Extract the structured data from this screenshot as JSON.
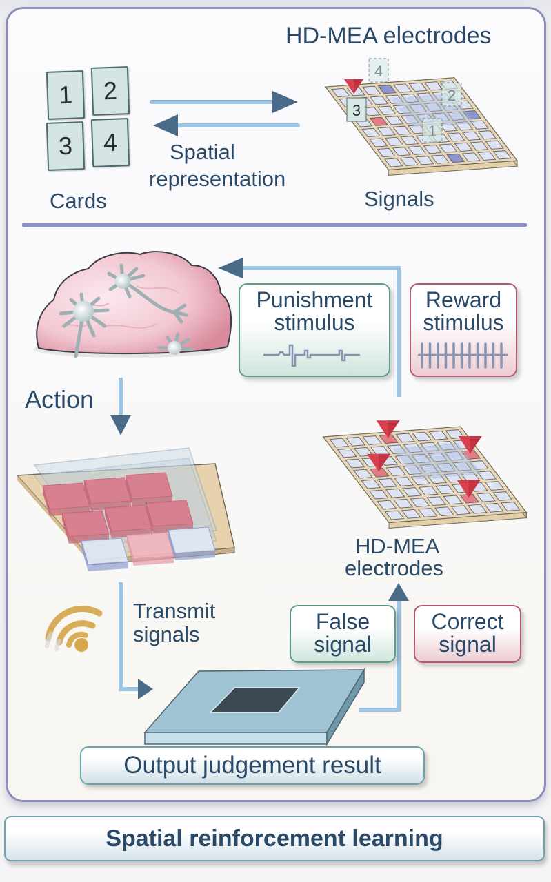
{
  "top_section": {
    "cards": {
      "label": "Cards",
      "numbers": [
        "1",
        "2",
        "3",
        "4"
      ]
    },
    "arrow_label_line1": "Spatial",
    "arrow_label_line2": "representation",
    "electrodes_title": "HD-MEA electrodes",
    "signals_label": "Signals",
    "signal_markers": [
      "1",
      "2",
      "3",
      "4"
    ]
  },
  "bottom_section": {
    "action_label": "Action",
    "punishment": {
      "line1": "Punishment",
      "line2": "stimulus"
    },
    "reward": {
      "line1": "Reward",
      "line2": "stimulus"
    },
    "electrodes_label_line1": "HD-MEA",
    "electrodes_label_line2": "electrodes",
    "transmit_line1": "Transmit",
    "transmit_line2": "signals",
    "false_signal": {
      "line1": "False",
      "line2": "signal"
    },
    "correct_signal": {
      "line1": "Correct",
      "line2": "signal"
    },
    "output_label": "Output judgement result",
    "icons": [
      "brain-neurons-icon",
      "wifi-icon",
      "chip-icon",
      "electrode-array-icon",
      "neural-culture-icon"
    ]
  },
  "footer_title": "Spatial reinforcement learning",
  "colors": {
    "text": "#2a4a68",
    "panel_border": "#8a8fbc",
    "arrow": "#4a6b88",
    "arrow_line": "#9cc4e4",
    "punish_border": "#5f9c86",
    "reward_border": "#b35a6c",
    "stim_marker": "#d9404f"
  }
}
